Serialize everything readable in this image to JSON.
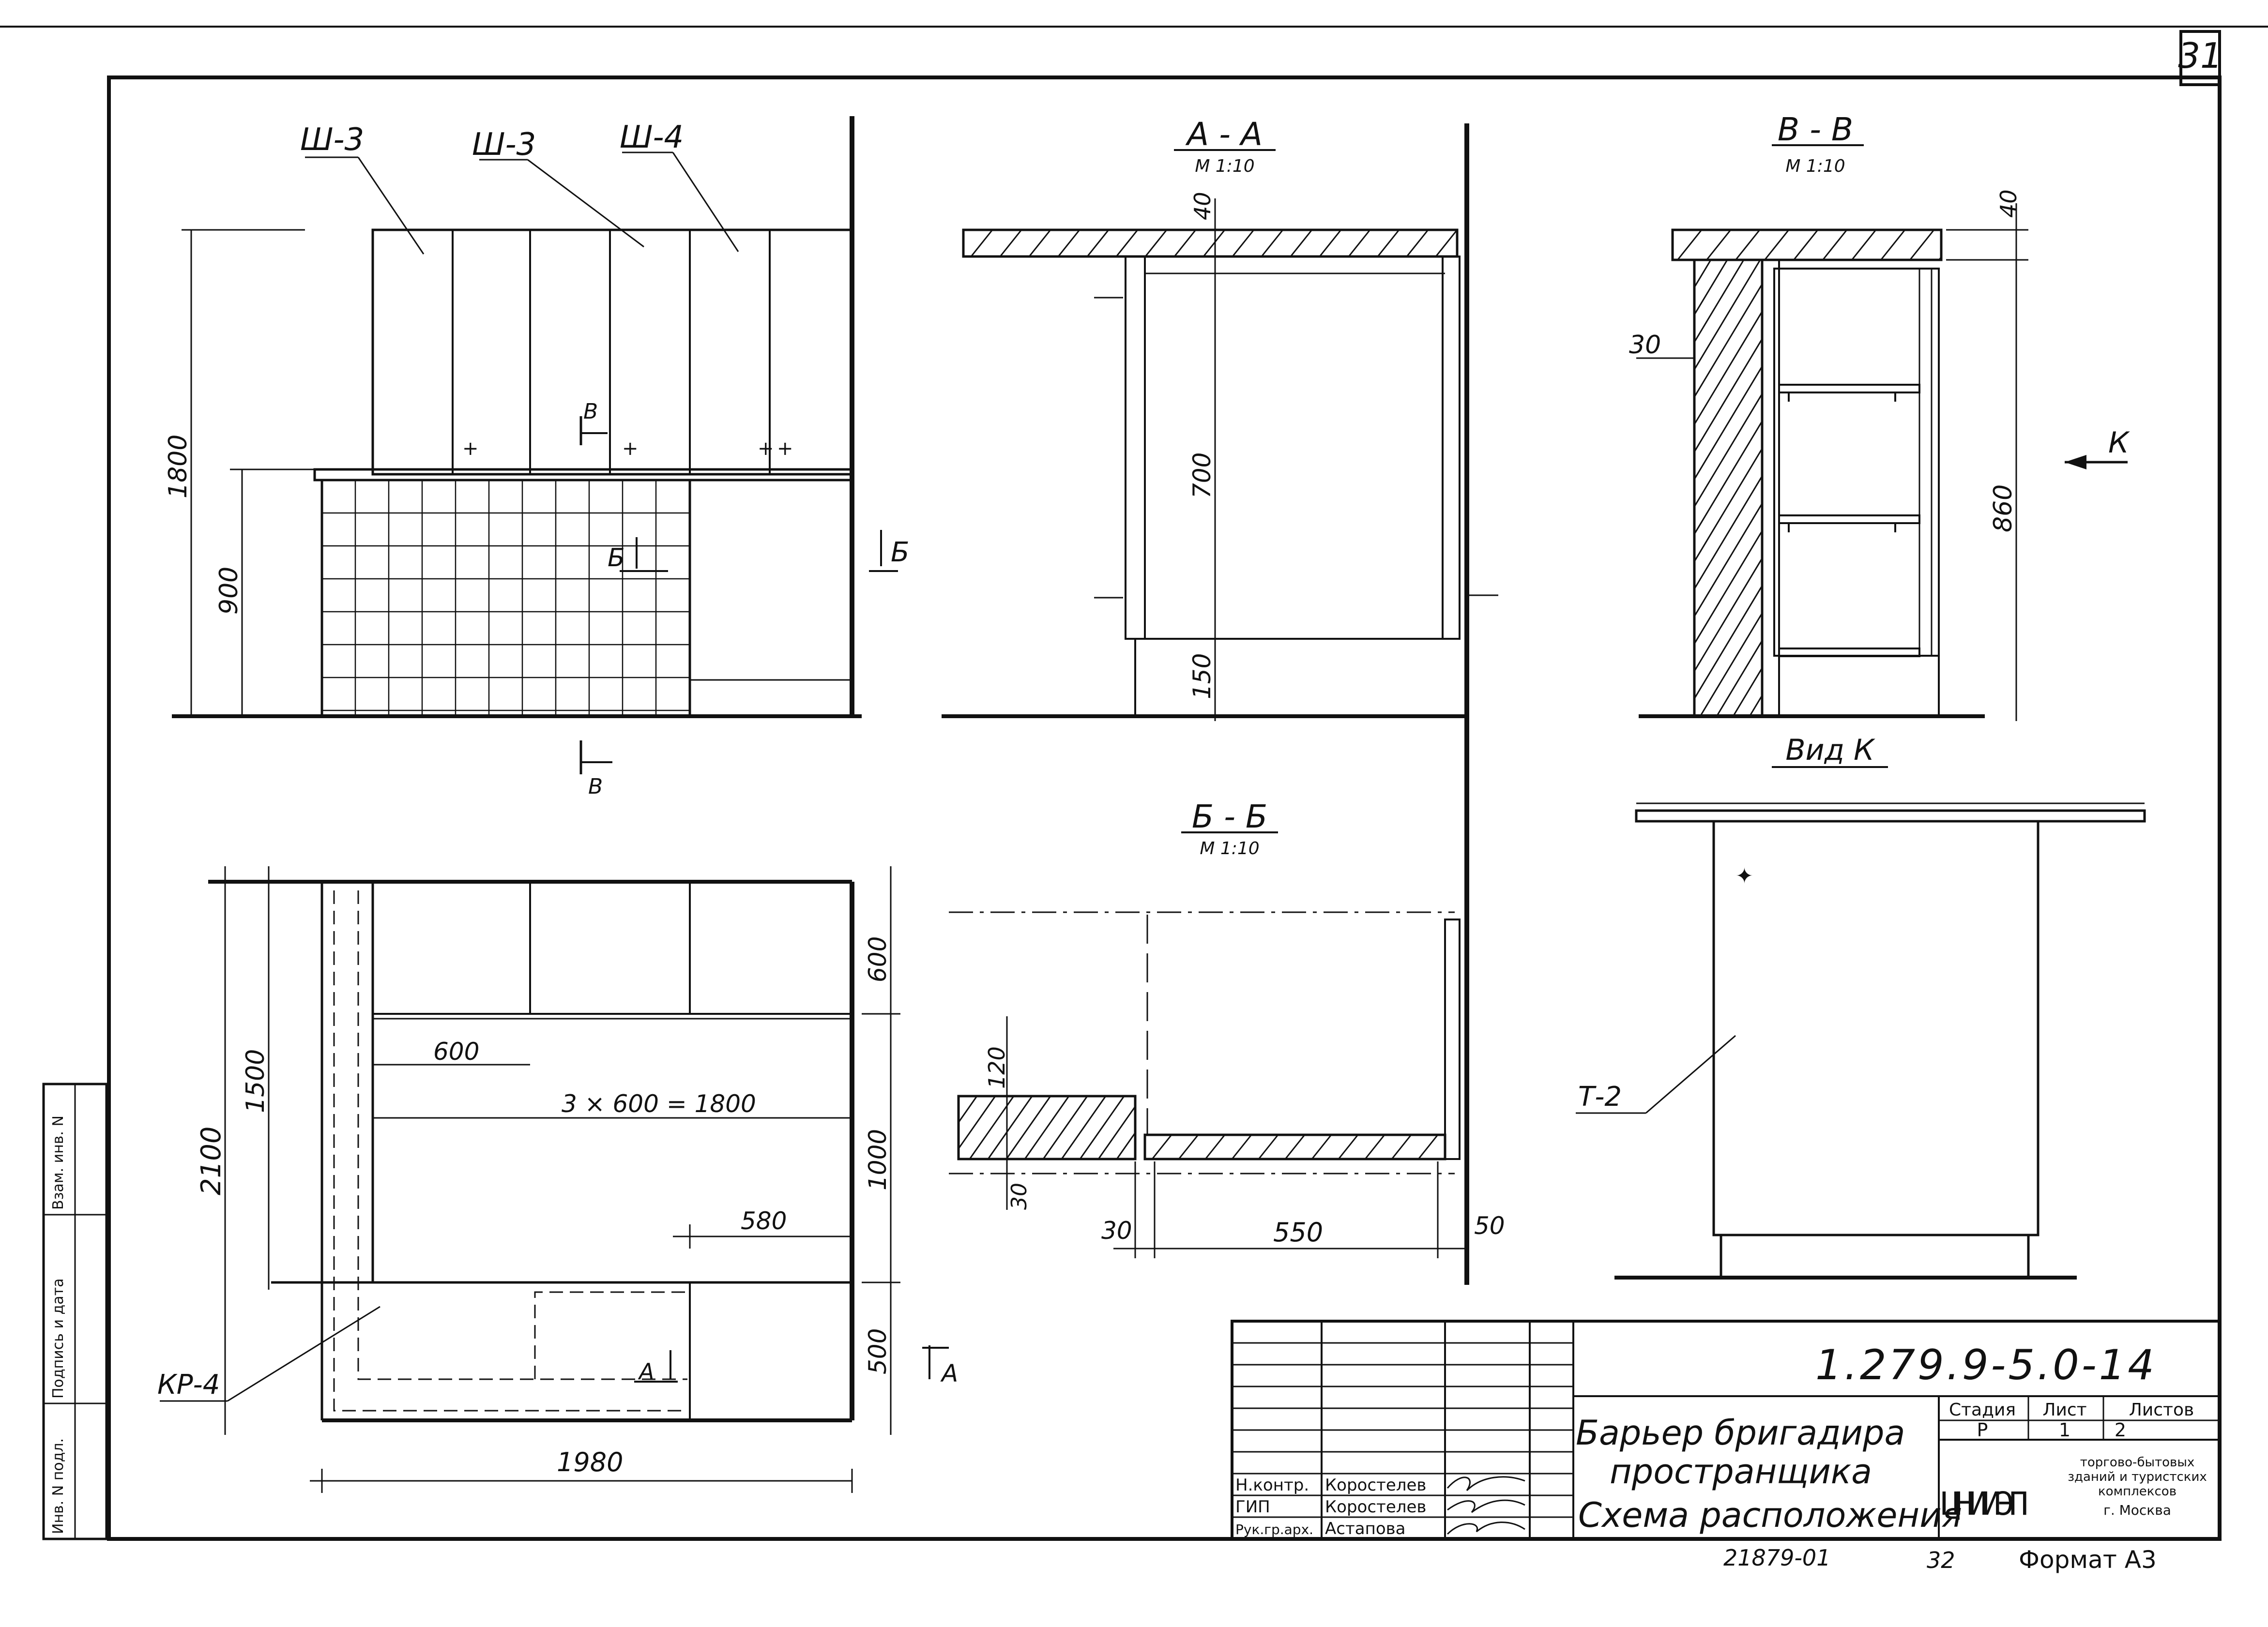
{
  "sheet_number": "31",
  "drawing_code": "1.279.9-5.0-14",
  "title_lines": [
    "Барьер бригадира",
    "пространщика",
    "Схема расположения"
  ],
  "stage_table": {
    "headers": [
      "Стадия",
      "Лист",
      "Листов"
    ],
    "values": [
      "Р",
      "1",
      "2"
    ]
  },
  "signers": [
    {
      "role": "Н.контр.",
      "name": "Коростелев"
    },
    {
      "role": "ГИП",
      "name": "Коростелев"
    },
    {
      "role": "Рук.гр.арх.",
      "name": "Астапова"
    }
  ],
  "org": {
    "logo": "ЦНИИЭП",
    "lines": [
      "торгово-бытовых",
      "зданий и туристских",
      "комплексов",
      "г. Москва"
    ]
  },
  "footer": {
    "inventory": "21879-01",
    "page": "32",
    "format": "Формат А3"
  },
  "side_stamp": [
    "Инв. N подл.",
    "Подпись и дата",
    "Взам. инв. N"
  ],
  "views": {
    "elevation": {
      "labels": [
        "Ш-3",
        "Ш-3",
        "Ш-4"
      ],
      "dims": [
        "1800",
        "900"
      ],
      "cut_marks": [
        "В",
        "Б",
        "Б",
        "В"
      ]
    },
    "section_aa": {
      "title": "А - А",
      "scale": "М 1:10",
      "dims": [
        "40",
        "700",
        "150"
      ]
    },
    "section_vv": {
      "title": "В - В",
      "scale": "М 1:10",
      "dims": [
        "40",
        "30",
        "860"
      ],
      "arrow_label": "К"
    },
    "plan": {
      "dims": [
        "2100",
        "1500",
        "600",
        "3 × 600 = 1800",
        "580",
        "600",
        "1000",
        "500",
        "1980"
      ],
      "label": "КР-4",
      "cut_marks": [
        "А",
        "А"
      ]
    },
    "section_bb": {
      "title": "Б - Б",
      "scale": "М 1:10",
      "dims": [
        "120",
        "30",
        "30",
        "550",
        "50"
      ]
    },
    "view_k": {
      "title": "Вид К",
      "label": "Т-2"
    }
  }
}
